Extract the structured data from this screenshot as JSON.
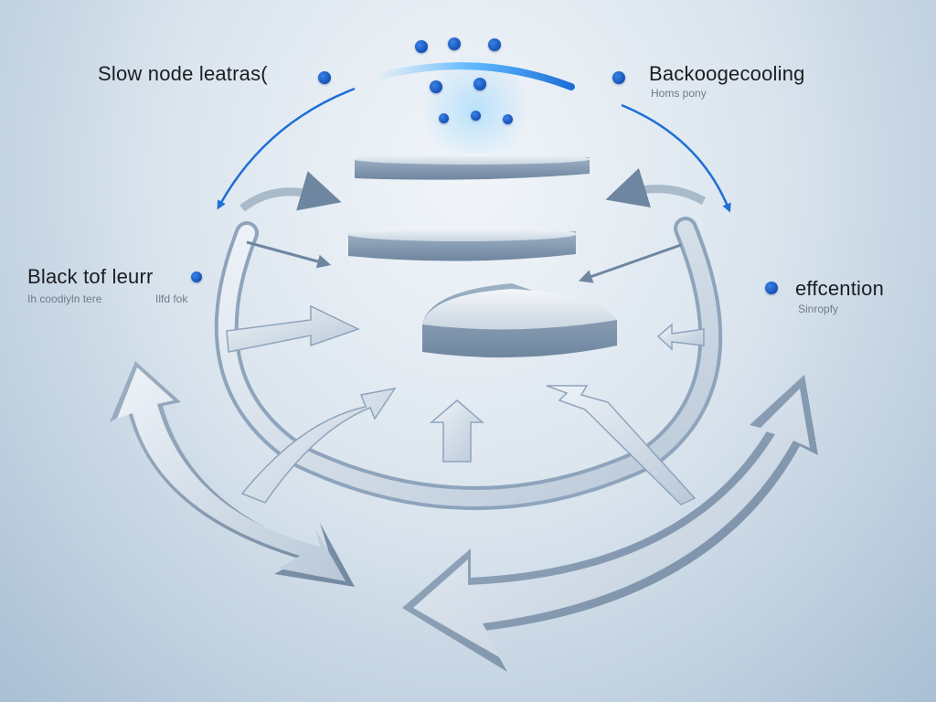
{
  "labels": {
    "top_left": "Slow node leatras(",
    "top_right": "Backoogecooling",
    "top_right_sub": "Homs pony",
    "mid_left": "Black tof leurr",
    "mid_left_sub_a": "Ih coodiyln tere",
    "mid_left_sub_b": "Ilfd fok",
    "mid_right": "effcention",
    "mid_right_sub": "Sinropfy"
  },
  "colors": {
    "accent_blue": "#1f6fd6",
    "dot_blue": "#1552b8",
    "arrow_light": "#e3ebf3",
    "arrow_shade": "#8ea4bc"
  }
}
